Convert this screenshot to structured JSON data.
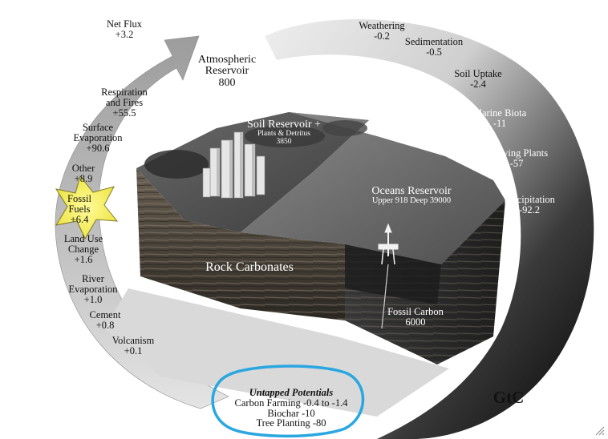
{
  "colors": {
    "ring_light": "#d8d8d8",
    "ring_dark": "#0a0a0a",
    "arrow_fill": "#a9a9a9",
    "star_fill": "#f4ec3c",
    "highlight_oval": "#2aa7e0",
    "label_dark": "#111111",
    "label_light": "#ffffff"
  },
  "inflows": {
    "net_flux": {
      "name": "Net Flux",
      "value": "+3.2"
    },
    "respiration": {
      "name": "Respiration\nand Fires",
      "value": "+55.5"
    },
    "surface_evaporation": {
      "name": "Surface\nEvaporation",
      "value": "+90.6"
    },
    "other": {
      "name": "Other",
      "value": "+8.9"
    },
    "fossil_fuels": {
      "name": "Fossil\nFuels",
      "value": "+6.4"
    },
    "land_use": {
      "name": "Land Use\nChange",
      "value": "+1.6"
    },
    "river_evaporation": {
      "name": "River\nEvaporation",
      "value": "+1.0"
    },
    "cement": {
      "name": "Cement",
      "value": "+0.8"
    },
    "volcanism": {
      "name": "Volcanism",
      "value": "+0.1"
    }
  },
  "outflows": {
    "weathering": {
      "name": "Weathering",
      "value": "-0.2"
    },
    "sedimentation": {
      "name": "Sedimentation",
      "value": "-0.5"
    },
    "soil_uptake": {
      "name": "Soil Uptake",
      "value": "-2.4"
    },
    "marine_biota": {
      "name": "Marine Biota",
      "value": "-11"
    },
    "growing_plants": {
      "name": "Growing Plants",
      "value": "-57"
    },
    "precipitation": {
      "name": "Precipitation",
      "value": "-92.2"
    }
  },
  "reservoirs": {
    "atmospheric": {
      "name": "Atmospheric\nReservoir",
      "value": "800"
    },
    "soil": {
      "name": "Soil Reservoir +",
      "sub": "Plants & Detritus",
      "value": "3850"
    },
    "oceans": {
      "name": "Oceans Reservoir",
      "sub": "Upper 918 Deep 39000"
    },
    "rock": {
      "name": "Rock Carbonates"
    },
    "fossil_carbon": {
      "name": "Fossil Carbon",
      "value": "6000"
    }
  },
  "untapped": {
    "title": "Untapped Potentials",
    "items": [
      "Carbon Farming -0.4 to -1.4",
      "Biochar -10",
      "Tree Planting -80"
    ]
  },
  "unit": "GtC"
}
